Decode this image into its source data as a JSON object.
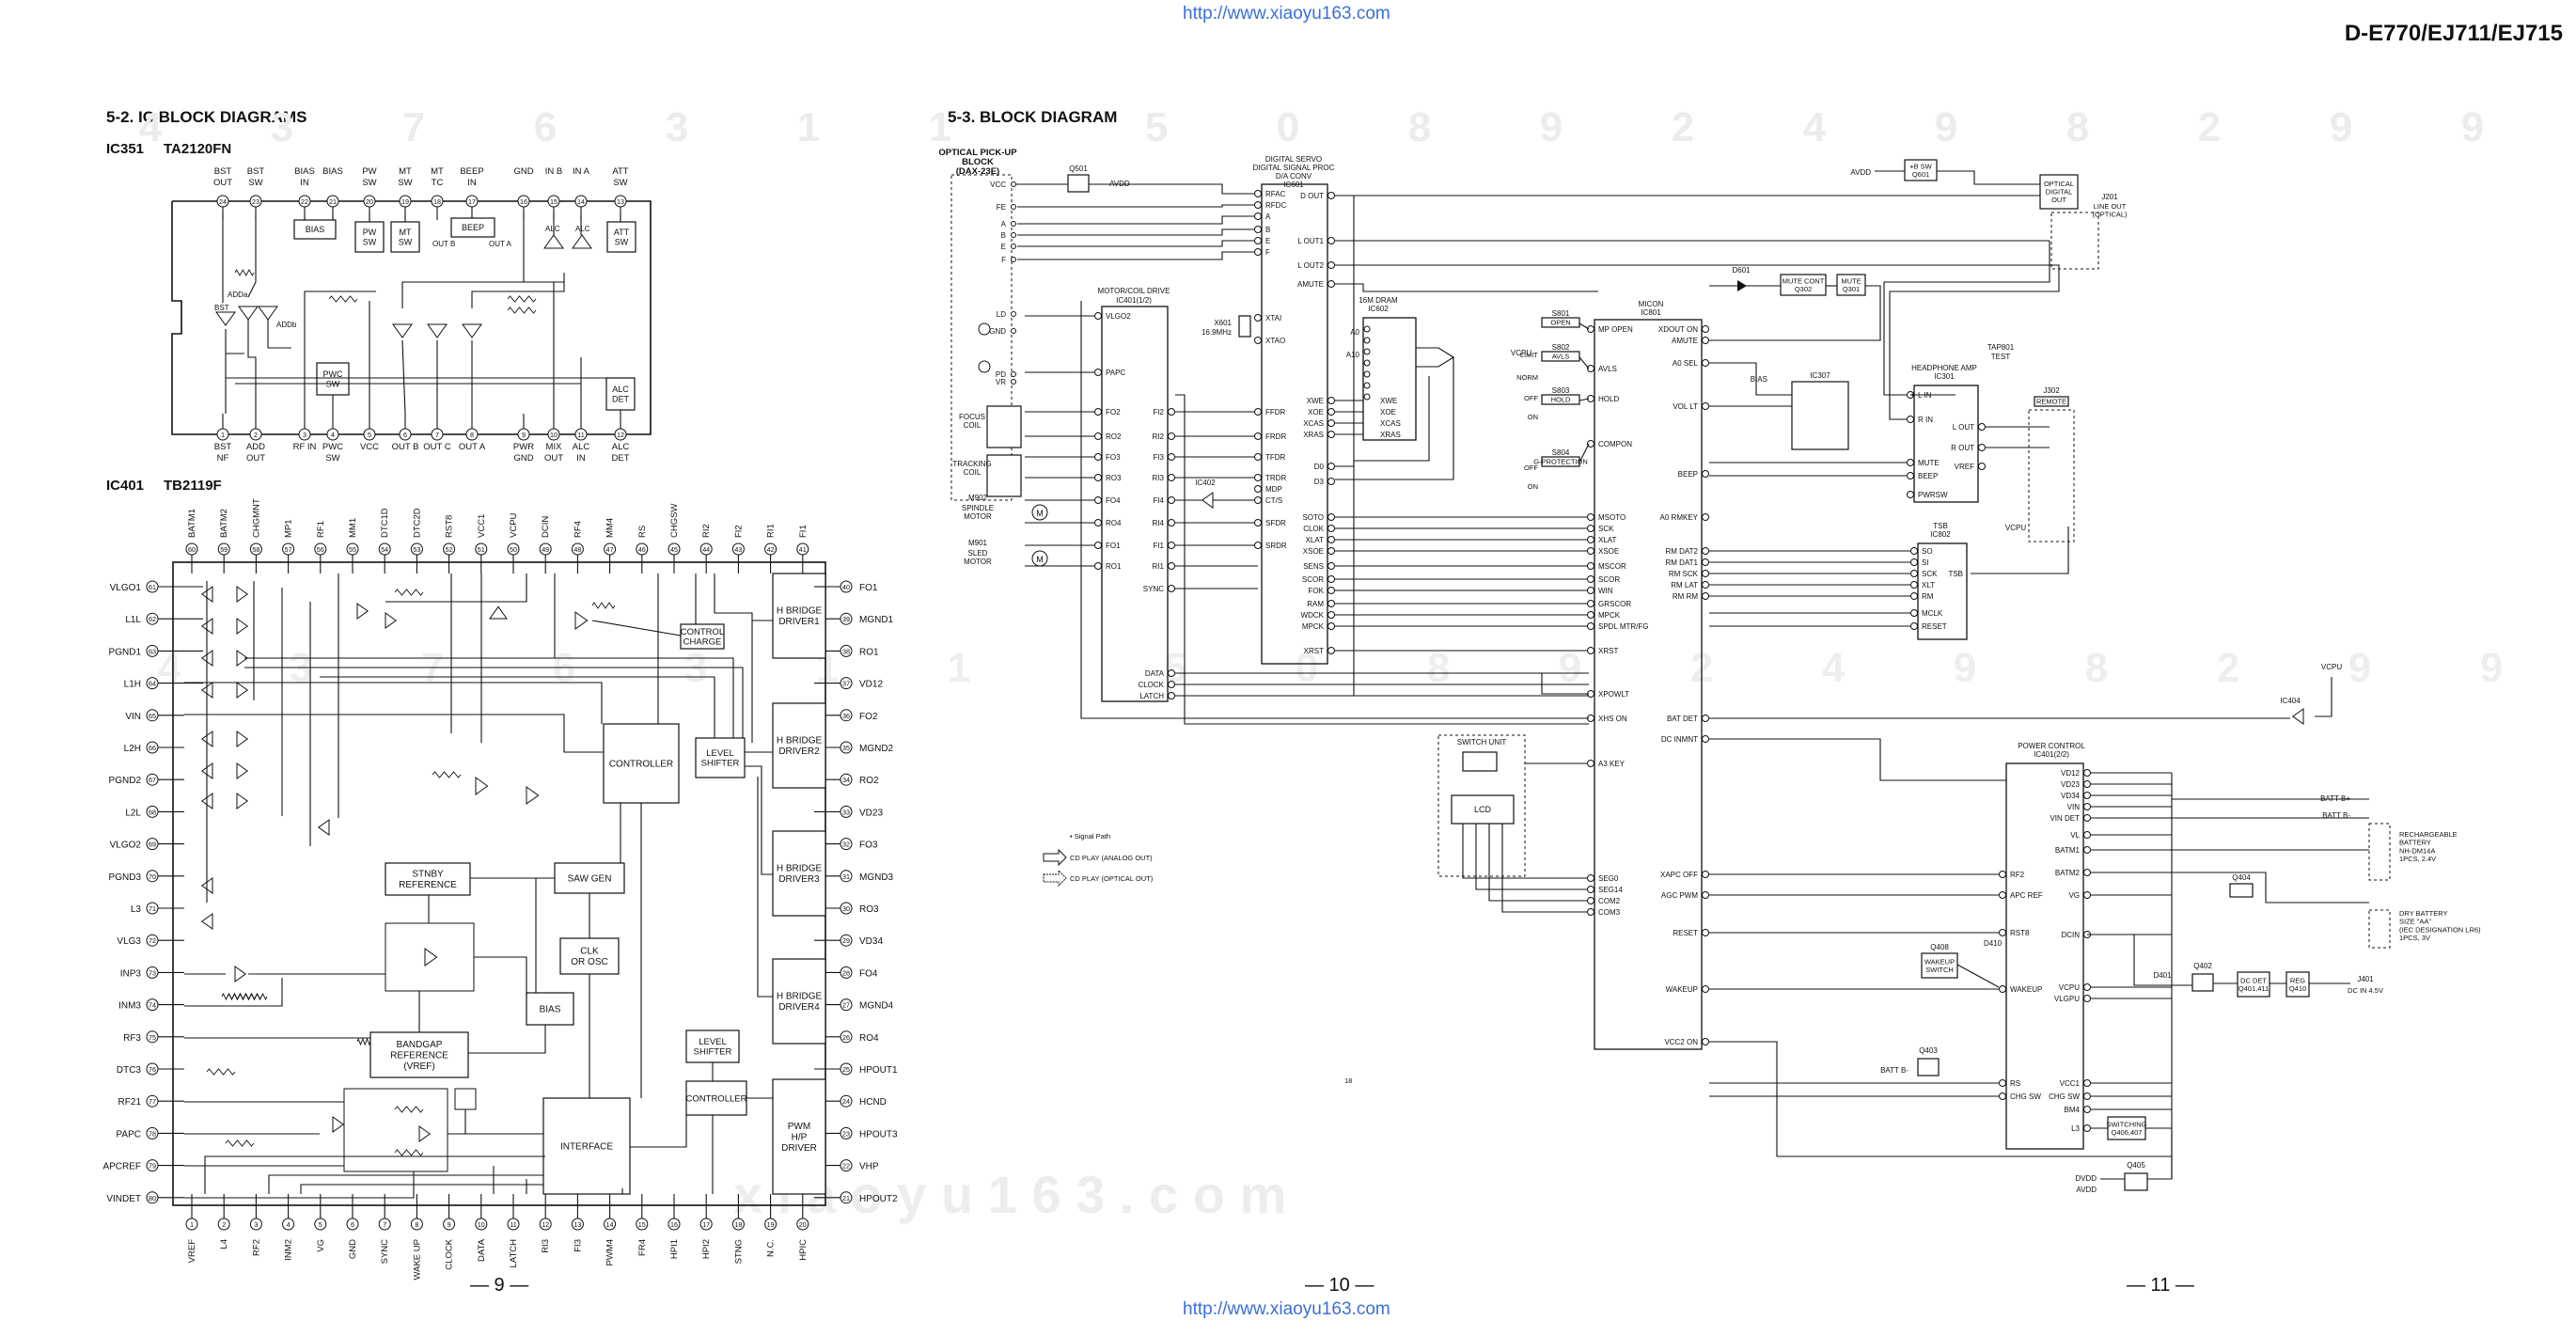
{
  "header": {
    "url_top": "http://www.xiaoyu163.com",
    "url_bottom": "http://www.xiaoyu163.com",
    "model": "D-E770/EJ711/EJ715"
  },
  "sections": {
    "ic_block_title": "5-2.  IC BLOCK DIAGRAMS",
    "block_title": "5-3.  BLOCK DIAGRAM"
  },
  "ic351": {
    "id": "IC351",
    "part": "TA2120FN",
    "top_pins": [
      {
        "n": "24",
        "l": [
          "BST",
          "OUT"
        ]
      },
      {
        "n": "23",
        "l": [
          "BST",
          "SW"
        ]
      },
      {
        "n": "22",
        "l": [
          "BIAS",
          "IN"
        ]
      },
      {
        "n": "21",
        "l": [
          "BIAS"
        ]
      },
      {
        "n": "20",
        "l": [
          "PW",
          "SW"
        ]
      },
      {
        "n": "19",
        "l": [
          "MT",
          "SW"
        ]
      },
      {
        "n": "18",
        "l": [
          "MT",
          "TC"
        ]
      },
      {
        "n": "17",
        "l": [
          "BEEP",
          "IN"
        ]
      },
      {
        "n": "16",
        "l": [
          "GND"
        ]
      },
      {
        "n": "15",
        "l": [
          "IN B"
        ]
      },
      {
        "n": "14",
        "l": [
          "IN A"
        ]
      },
      {
        "n": "13",
        "l": [
          "ATT",
          "SW"
        ]
      }
    ],
    "bottom_pins": [
      {
        "n": "1",
        "l": [
          "BST",
          "NF"
        ]
      },
      {
        "n": "2",
        "l": [
          "ADD",
          "OUT"
        ]
      },
      {
        "n": "3",
        "l": [
          "RF IN"
        ]
      },
      {
        "n": "4",
        "l": [
          "PWC",
          "SW"
        ]
      },
      {
        "n": "5",
        "l": [
          "VCC"
        ]
      },
      {
        "n": "6",
        "l": [
          "OUT B"
        ]
      },
      {
        "n": "7",
        "l": [
          "OUT C"
        ]
      },
      {
        "n": "8",
        "l": [
          "OUT A"
        ]
      },
      {
        "n": "9",
        "l": [
          "PWR",
          "GND"
        ]
      },
      {
        "n": "10",
        "l": [
          "MIX",
          "OUT"
        ]
      },
      {
        "n": "11",
        "l": [
          "ALC",
          "IN"
        ]
      },
      {
        "n": "12",
        "l": [
          "ALC",
          "DET"
        ]
      }
    ],
    "blocks": [
      "BIAS",
      "PW\nSW",
      "MT\nSW",
      "BEEP",
      "ATT\nSW",
      "PWC\nSW",
      "ALC\nDET"
    ],
    "labels": [
      "ADDa",
      "BST",
      "ADDb",
      "OUT B",
      "OUT A",
      "ALC",
      "ALC"
    ]
  },
  "ic401": {
    "id": "IC401",
    "part": "TB2119F",
    "top_pins": [
      {
        "n": "60",
        "l": "BATM1"
      },
      {
        "n": "59",
        "l": "BATM2"
      },
      {
        "n": "58",
        "l": "CHGMNT"
      },
      {
        "n": "57",
        "l": "MP1"
      },
      {
        "n": "56",
        "l": "RF1"
      },
      {
        "n": "55",
        "l": "MM1"
      },
      {
        "n": "54",
        "l": "DTC1D"
      },
      {
        "n": "53",
        "l": "DTC2D"
      },
      {
        "n": "52",
        "l": "RST8"
      },
      {
        "n": "51",
        "l": "VCC1"
      },
      {
        "n": "50",
        "l": "VCPU"
      },
      {
        "n": "49",
        "l": "DCIN"
      },
      {
        "n": "48",
        "l": "RF4"
      },
      {
        "n": "47",
        "l": "MM4"
      },
      {
        "n": "46",
        "l": "RS"
      },
      {
        "n": "45",
        "l": "CHGSW"
      },
      {
        "n": "44",
        "l": "RI2"
      },
      {
        "n": "43",
        "l": "FI2"
      },
      {
        "n": "42",
        "l": "RI1"
      },
      {
        "n": "41",
        "l": "FI1"
      }
    ],
    "left_pins": [
      {
        "n": "61",
        "l": "VLGO1"
      },
      {
        "n": "62",
        "l": "L1L"
      },
      {
        "n": "63",
        "l": "PGND1"
      },
      {
        "n": "64",
        "l": "L1H"
      },
      {
        "n": "65",
        "l": "VIN"
      },
      {
        "n": "66",
        "l": "L2H"
      },
      {
        "n": "67",
        "l": "PGND2"
      },
      {
        "n": "68",
        "l": "L2L"
      },
      {
        "n": "69",
        "l": "VLGO2"
      },
      {
        "n": "70",
        "l": "PGND3"
      },
      {
        "n": "71",
        "l": "L3"
      },
      {
        "n": "72",
        "l": "VLG3"
      },
      {
        "n": "73",
        "l": "INP3"
      },
      {
        "n": "74",
        "l": "INM3"
      },
      {
        "n": "75",
        "l": "RF3"
      },
      {
        "n": "76",
        "l": "DTC3"
      },
      {
        "n": "77",
        "l": "RF21"
      },
      {
        "n": "78",
        "l": "PAPC"
      },
      {
        "n": "79",
        "l": "APCREF"
      },
      {
        "n": "80",
        "l": "VINDET"
      }
    ],
    "right_pins": [
      {
        "n": "40",
        "l": "FO1"
      },
      {
        "n": "39",
        "l": "MGND1"
      },
      {
        "n": "38",
        "l": "RO1"
      },
      {
        "n": "37",
        "l": "VD12"
      },
      {
        "n": "36",
        "l": "FO2"
      },
      {
        "n": "35",
        "l": "MGND2"
      },
      {
        "n": "34",
        "l": "RO2"
      },
      {
        "n": "33",
        "l": "VD23"
      },
      {
        "n": "32",
        "l": "FO3"
      },
      {
        "n": "31",
        "l": "MGND3"
      },
      {
        "n": "30",
        "l": "RO3"
      },
      {
        "n": "29",
        "l": "VD34"
      },
      {
        "n": "28",
        "l": "FO4"
      },
      {
        "n": "27",
        "l": "MGND4"
      },
      {
        "n": "26",
        "l": "RO4"
      },
      {
        "n": "25",
        "l": "HPOUT1"
      },
      {
        "n": "24",
        "l": "HCND"
      },
      {
        "n": "23",
        "l": "HPOUT3"
      },
      {
        "n": "22",
        "l": "VHP"
      },
      {
        "n": "21",
        "l": "HPOUT2"
      }
    ],
    "bottom_pins": [
      {
        "n": "1",
        "l": "VREF"
      },
      {
        "n": "2",
        "l": "L4"
      },
      {
        "n": "3",
        "l": "RF2"
      },
      {
        "n": "4",
        "l": "INM2"
      },
      {
        "n": "5",
        "l": "VG"
      },
      {
        "n": "6",
        "l": "GND"
      },
      {
        "n": "7",
        "l": "SYNC"
      },
      {
        "n": "8",
        "l": "WAKE UP"
      },
      {
        "n": "9",
        "l": "CLOCK"
      },
      {
        "n": "10",
        "l": "DATA"
      },
      {
        "n": "11",
        "l": "LATCH"
      },
      {
        "n": "12",
        "l": "RI3"
      },
      {
        "n": "13",
        "l": "FI3"
      },
      {
        "n": "14",
        "l": "PWM4"
      },
      {
        "n": "15",
        "l": "FR4"
      },
      {
        "n": "16",
        "l": "HPI1"
      },
      {
        "n": "17",
        "l": "HPI2"
      },
      {
        "n": "18",
        "l": "STNG"
      },
      {
        "n": "19",
        "l": "N.C."
      },
      {
        "n": "20",
        "l": "HPIC"
      }
    ],
    "blocks": {
      "control_charge": "CONTROL\nCHARGE",
      "controller": "CONTROLLER",
      "level_shifter": "LEVEL\nSHIFTER",
      "hb1": "H BRIDGE\nDRIVER1",
      "hb2": "H BRIDGE\nDRIVER2",
      "hb3": "H BRIDGE\nDRIVER3",
      "hb4": "H BRIDGE\nDRIVER4",
      "stnby": "STNBY\nREFERENCE",
      "saw": "SAW GEN",
      "clk": "CLK\nOR OSC",
      "bias": "BIAS",
      "bandgap": "BANDGAP\nREFERENCE\n(VREF)",
      "interface": "INTERFACE",
      "level_shifter2": "LEVEL\nSHIFTER",
      "controller2": "CONTROLLER",
      "pwm": "PWM\nH/P\nDRIVER"
    }
  },
  "block": {
    "optical": {
      "title": [
        "OPTICAL PICK-UP",
        "BLOCK",
        "(DAX-23E)"
      ],
      "pins": [
        "VCC",
        "FE",
        "A",
        "B",
        "E",
        "F",
        "LD",
        "GND",
        "PD",
        "VR"
      ]
    },
    "q501": {
      "name": "Q501",
      "out": "AVDD"
    },
    "coils": [
      "FOCUS\nCOIL",
      "TRACKING\nCOIL"
    ],
    "motors": [
      {
        "ref": "M902",
        "name": "SPINDLE\nMOTOR"
      },
      {
        "ref": "M901",
        "name": "SLED\nMOTOR"
      }
    ],
    "motor_drive": {
      "title": [
        "MOTOR/COIL DRIVE",
        "IC401(1/2)"
      ],
      "left": [
        "VLGO2",
        "PAPC",
        "FO2",
        "RO2",
        "FO3",
        "RO3",
        "FO4",
        "RO4",
        "FO1",
        "RO1"
      ],
      "right": [
        "FI2",
        "RI2",
        "FI3",
        "RI3",
        "FI4",
        "RI4",
        "FI1",
        "RI1",
        "SYNC"
      ],
      "bottom": [
        "DATA",
        "CLOCK",
        "LATCH"
      ]
    },
    "ic402": "IC402",
    "xtal": {
      "ref": "X601",
      "freq": "16.9MHz"
    },
    "dsp": {
      "title": [
        "DIGITAL SERVO",
        "DIGITAL SIGNAL PROC",
        "D/A CONV",
        "IC601"
      ],
      "left": [
        "RFAC",
        "RFDC",
        "A",
        "B",
        "E",
        "F",
        "XTAI",
        "XTAO",
        "FFDR",
        "FRDR",
        "TFDR",
        "TRDR",
        "MDP",
        "CT/S",
        "SFDR",
        "SRDR"
      ],
      "right": [
        "D OUT",
        "L OUT1",
        "L OUT2",
        "AMUTE",
        "XWE",
        "XOE",
        "XCAS",
        "XRAS",
        "D0",
        "D3",
        "SOTO",
        "CLOK",
        "XLAT",
        "XSOE",
        "SENS",
        "SCOR",
        "FOK",
        "RAM",
        "WDCK",
        "MPCK",
        "XRST"
      ]
    },
    "dram": {
      "title": [
        "16M DRAM",
        "IC602"
      ],
      "pins": [
        "A0",
        "A10",
        "XWE",
        "XOE",
        "XCAS",
        "XRAS",
        "D0",
        "D3"
      ]
    },
    "mcu": {
      "title": [
        "MICON",
        "IC801"
      ],
      "left": [
        "MP OPEN",
        "AVLS",
        "HOLD",
        "COMPON",
        "MSOTO",
        "SCK",
        "XLAT",
        "XSOE",
        "MSCOR",
        "SCOR",
        "WIN",
        "GRSCOR",
        "MPCK",
        "SPDL MTR/FG",
        "XRST",
        "XPOWLT",
        "XHS ON",
        "A3 KEY",
        "SEG0",
        "SEG14",
        "COM2",
        "COM3"
      ],
      "right": [
        "XDOUT ON",
        "AMUTE",
        "A0 SEL",
        "VOL LT",
        "BEEP",
        "A0 RMKEY",
        "RM DAT2",
        "RM DAT1",
        "RM SCK",
        "RM LAT",
        "RM RM",
        "BAT DET",
        "DC INMNT",
        "XAPC OFF",
        "AGC PWM",
        "RESET",
        "WAKEUP",
        "VCC2 ON"
      ]
    },
    "switches": [
      {
        "ref": "S801",
        "name": "OPEN"
      },
      {
        "ref": "S802",
        "name": "AVLS",
        "opt": [
          "LIMIT",
          "NORM"
        ]
      },
      {
        "ref": "S803",
        "name": "HOLD",
        "opt": [
          "OFF",
          "ON"
        ]
      },
      {
        "ref": "S804",
        "name": "G-PROTECTION",
        "opt": [
          "OFF",
          "ON"
        ]
      }
    ],
    "vcpu": "VCPU",
    "switch_unit": "SWITCH UNIT",
    "lcd": "LCD",
    "d601": "D601",
    "mute_ctrl": {
      "name": "MUTE CONT",
      "ref": "Q302"
    },
    "mute": {
      "name": "MUTE",
      "ref": "Q301"
    },
    "sw_q601": {
      "name": "+B SW",
      "ref": "Q601"
    },
    "avdd": "AVDD",
    "optical_out": "OPTICAL\nDIGITAL\nOUT",
    "j201": {
      "ref": "J201",
      "name": "LINE OUT\n(OPTICAL)"
    },
    "hp_amp": {
      "title": [
        "HEADPHONE AMP",
        "IC301"
      ],
      "pins": [
        "L IN",
        "R IN",
        "MUTE",
        "BEEP",
        "PWRSW"
      ],
      "out": [
        "L OUT",
        "R OUT",
        "VREF"
      ]
    },
    "ic307": {
      "ref": "IC307",
      "bias": "BIAS"
    },
    "tp": {
      "ref": "TAP801",
      "name": "TEST"
    },
    "j302": {
      "ref": "J302",
      "name": "REMOTE"
    },
    "tsb": {
      "title": [
        "TSB",
        "IC802"
      ],
      "pins": [
        "SO",
        "SI",
        "SCK",
        "XLT",
        "RM",
        "MCLK",
        "RESET"
      ],
      "out": "TSB"
    },
    "power": {
      "title": [
        "POWER CONTROL",
        "IC401(2/2)"
      ],
      "right": [
        "VD12",
        "VD23",
        "VD34",
        "VIN",
        "VIN DET",
        "VL",
        "BATM1",
        "BATM2",
        "VG",
        "DCIN",
        "VCPU",
        "VLGPU",
        "VCC1",
        "CHG SW",
        "BM4",
        "L3"
      ],
      "left": [
        "RF2",
        "APC REF",
        "RST8",
        "WAKEUP",
        "RS",
        "CHG SW"
      ]
    },
    "ic404": "IC404",
    "battery": {
      "pins": [
        "BATT B+",
        "BATT B-"
      ],
      "name": "RECHARGEABLE\nBATTERY\nNH-DM14A\n1PCS, 2.4V"
    },
    "dry": {
      "name": "DRY BATTERY\nSIZE \"AA\"\n(IEC DESIGNATION LR6)\n1PCS, 3V"
    },
    "q404": "Q404",
    "wakeup": {
      "name": "WAKEUP\nSWITCH",
      "ref": "Q408",
      "d": "D410"
    },
    "dcdet": {
      "name": "DC DET\nQ401,411"
    },
    "reg": {
      "name": "REG\nQ410"
    },
    "q402": "Q402",
    "d401": "D401",
    "j401": {
      "ref": "J401",
      "name": "DC IN 4.5V"
    },
    "q403": "Q403",
    "battb": "BATT B-",
    "switching": {
      "name": "SWITCHING\nQ406,407"
    },
    "q405": "Q405",
    "dvdd": [
      "DVDD",
      "AVDD"
    ],
    "legend": {
      "title": "• Signal Path",
      "a": "CD PLAY (ANALOG OUT)",
      "b": "CD PLAY (OPTICAL OUT)"
    },
    "page_mark": "18"
  },
  "pages": [
    "— 9 —",
    "— 10 —",
    "— 11 —"
  ],
  "watermark": {
    "digits_row": [
      "4",
      "3",
      "7",
      "6",
      "3",
      "1",
      "1",
      "5",
      "0",
      "8",
      "9",
      "2",
      "4",
      "9",
      "8",
      "2",
      "9",
      "9"
    ],
    "xiaoyu": "x i a o y u 1 6 3 . c o m"
  }
}
